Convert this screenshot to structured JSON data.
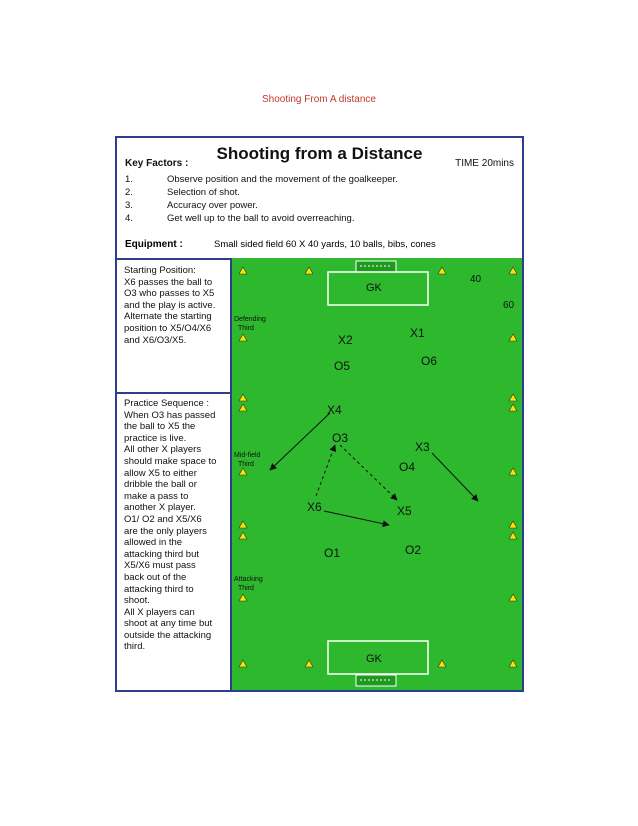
{
  "page_heading": "Shooting From A distance",
  "sheet": {
    "title": "Shooting from a Distance",
    "time": "TIME 20mins",
    "key_factors_title": "Key Factors :",
    "key_factors": [
      {
        "num": "1.",
        "text": "Observe position and the movement of the goalkeeper."
      },
      {
        "num": "2.",
        "text": "Selection of shot."
      },
      {
        "num": "3.",
        "text": "Accuracy over power."
      },
      {
        "num": "4.",
        "text": "Get well up to the ball to avoid overreaching."
      }
    ],
    "equipment_title": "Equipment :",
    "equipment_text": "Small sided field 60 X 40 yards, 10 balls, bibs, cones",
    "starting_position": [
      "Starting Position:",
      "X6 passes the ball to",
      "O3 who passes to X5",
      "and the play is active.",
      "Alternate the starting",
      "position to X5/O4/X6",
      "and X6/O3/X5."
    ],
    "practice_sequence": [
      "Practice Sequence :",
      "When O3 has passed",
      "the ball to X5 the",
      "practice is live.",
      "All other X players",
      "should make space to",
      "allow X5 to either",
      "dribble the ball or",
      "make a pass to",
      "another X player.",
      "O1/ O2 and X5/X6",
      "are the only  players",
      "allowed in the",
      "attacking third but",
      "X5/X6 must pass",
      "back out of the",
      "attacking third to",
      "shoot.",
      "All  X players can",
      "shoot at any time but",
      "outside the attacking",
      "third."
    ]
  },
  "field": {
    "dim_width": "40",
    "dim_length": "60",
    "gk_top": "GK",
    "gk_bottom": "GK",
    "zone_defending": [
      "Defending",
      "Third"
    ],
    "zone_midfield": [
      "Mid-field",
      "Third"
    ],
    "zone_attacking": [
      "Attacking",
      "Third"
    ],
    "players": {
      "x1": "X1",
      "x2": "X2",
      "x3": "X3",
      "x4": "X4",
      "x5": "X5",
      "x6": "X6",
      "o1": "O1",
      "o2": "O2",
      "o3": "O3",
      "o4": "O4",
      "o5": "O5",
      "o6": "O6"
    }
  },
  "colors": {
    "pitch": "#2eb82e",
    "border": "#2d3f8c",
    "heading": "#c0392b",
    "cone": "#f5e400",
    "goal": "#1e9a1e"
  }
}
